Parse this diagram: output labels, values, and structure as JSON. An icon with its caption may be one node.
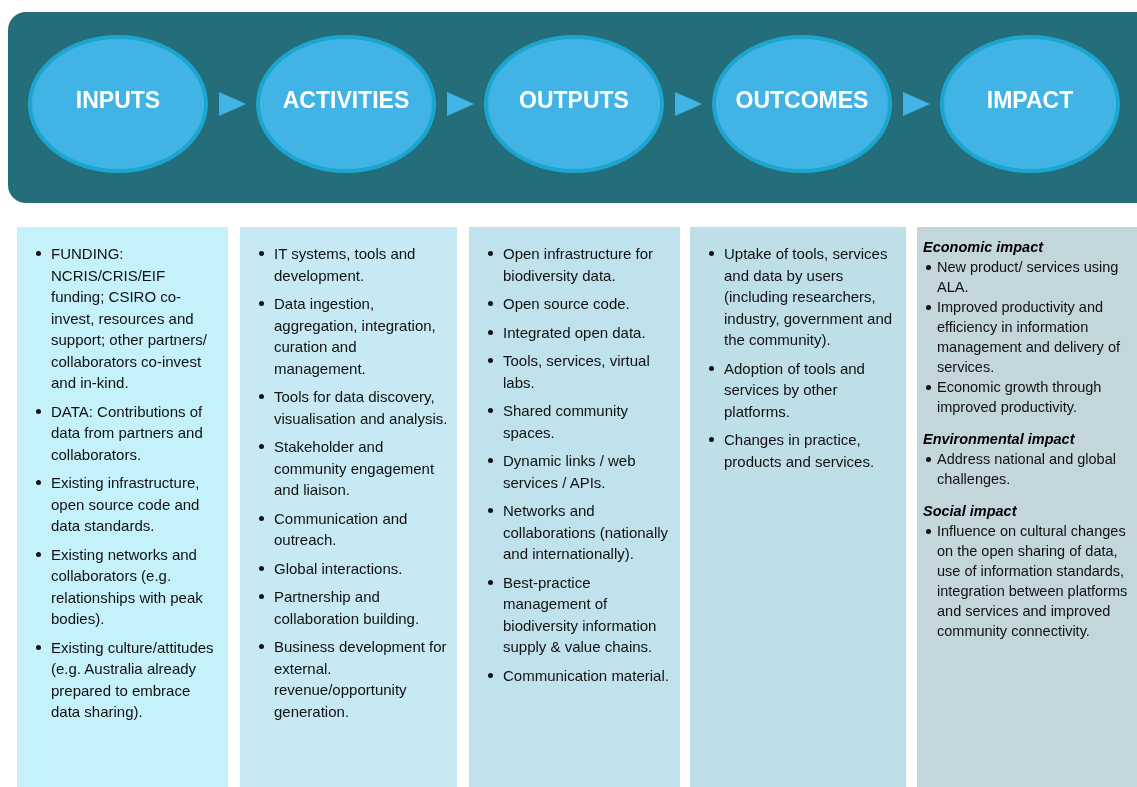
{
  "diagram": {
    "nodes": [
      {
        "text": [
          "INPUTS"
        ]
      },
      {
        "text": [
          "ACTIVITIES"
        ]
      },
      {
        "text": [
          "OUTPUTS"
        ]
      },
      {
        "text": [
          "OUTCOMES"
        ]
      },
      {
        "text": [
          "IMPACT"
        ]
      },
      {
        "text": [
          "FUNDING: NCRIS/CRIS/EIF funding; CSIRO co-invest, resources and support; other partners/ collaborators co-invest and in-kind.",
          "DATA: Contributions of data from partners and collaborators.",
          "Existing infrastructure, open source code and data standards.",
          "Existing networks and collaborators (e.g. relationships with peak bodies).",
          "Existing culture/attitudes (e.g. Australia already prepared to embrace data sharing)."
        ]
      },
      {
        "text": [
          "IT systems, tools and development.",
          "Data ingestion, aggregation, integration, curation and management.",
          "Tools for data discovery, visualisation and analysis.",
          "Stakeholder and community engagement and liaison.",
          "Communication and outreach.",
          "Global interactions.",
          "Partnership and collaboration building.",
          "Business development for external. revenue/opportunity generation."
        ]
      },
      {
        "text": [
          "Open infrastructure for biodiversity data.",
          "Open source code.",
          "Integrated open data.",
          "Tools, services, virtual labs.",
          "Shared community spaces.",
          "Dynamic links / web services / APIs.",
          "Networks and collaborations (nationally and internationally).",
          "Best-practice management of biodiversity information supply & value chains.",
          "Communication material."
        ]
      },
      {
        "text": [
          "Uptake of tools, services and data by users (including researchers, industry, government and the community).",
          "Adoption of tools and services by other platforms.",
          "Changes in practice, products and services."
        ]
      },
      {
        "text": [
          "Economic impact",
          "New product/ services using ALA.",
          "Improved productivity and efficiency in information management and delivery of services.",
          "Economic growth through improved productivity.",
          "Environmental impact",
          "Address national and global challenges.",
          "Social impact",
          "Influence on cultural changes on the open sharing of data, use of information standards, integration between platforms and services and improved community connectivity."
        ]
      }
    ],
    "edges": [
      {
        "from": 0,
        "to": 1,
        "arrow": "to"
      },
      {
        "from": 1,
        "to": 2,
        "arrow": "to"
      },
      {
        "from": 2,
        "to": 3,
        "arrow": "to"
      },
      {
        "from": 3,
        "to": 4,
        "arrow": "to"
      }
    ]
  }
}
